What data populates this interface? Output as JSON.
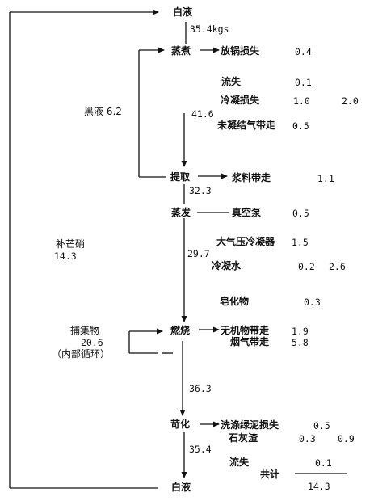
{
  "nodes": {
    "top_liquor": "白液",
    "top_flow": "35.4kgs",
    "cooking": "蒸煮",
    "black_liquor": "黑液 6.2",
    "flow_41_6": "41.6",
    "extraction": "提取",
    "flow_32_3": "32.3",
    "evaporation": "蒸发",
    "saltcake": "补芒硝",
    "saltcake_val": "14.3",
    "flow_29_7": "29.7",
    "capture": "捕集物",
    "capture_val": "20.6",
    "capture_note": "（内部循环）",
    "combustion": "燃烧",
    "flow_36_3": "36.3",
    "causticizing": "苛化",
    "flow_35_4": "35.4",
    "bottom_liquor": "白液"
  },
  "losses": {
    "blow_loss": "放锅损失",
    "blow_val": "0.4",
    "drain": "流失",
    "drain_val": "0.1",
    "condensate": "冷凝损失",
    "condensate_val": "1.0",
    "cook_total": "2.0",
    "uncondensed": "未凝结气带走",
    "uncondensed_val": "0.5",
    "pulp_carry": "浆料带走",
    "pulp_val": "1.1",
    "vacuum_pump": "真空泵",
    "vacuum_val": "0.5",
    "baro_condenser": "大气压冷凝器",
    "baro_val": "1.5",
    "cond_water": "冷凝水",
    "cond_water_val": "0.2",
    "evap_total": "2.6",
    "saponified": "皂化物",
    "saponified_val": "0.3",
    "inorganic": "无机物带走",
    "inorganic_val": "1.9",
    "flue_gas": "烟气带走",
    "flue_val": "5.8",
    "dregs_wash": "洗涤绿泥损失",
    "dregs_val": "0.5",
    "lime_mud": "石灰渣",
    "lime_val": "0.3",
    "caust_total": "0.9",
    "drain2": "流失",
    "drain2_val": "0.1",
    "sum_label": "共计",
    "sum_val": "14.3"
  }
}
